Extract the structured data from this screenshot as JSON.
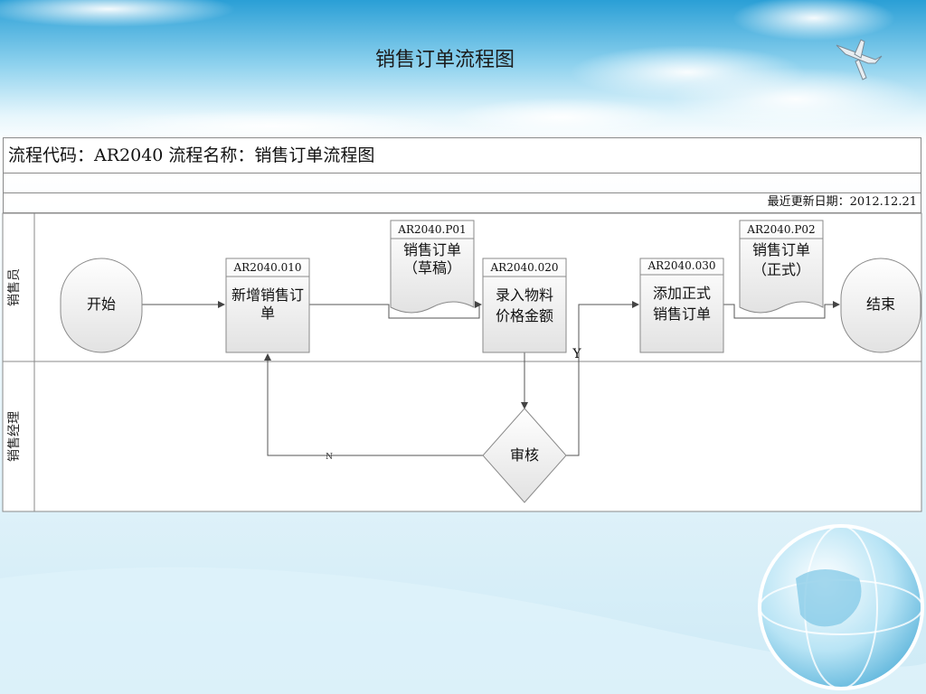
{
  "slide": {
    "title": "销售订单流程图"
  },
  "header": {
    "flow_info": "流程代码：AR2040 流程名称：销售订单流程图",
    "updated": "最近更新日期：2012.12.21"
  },
  "lanes": [
    {
      "label": "销售员"
    },
    {
      "label": "销售经理"
    }
  ],
  "nodes": {
    "start": {
      "label": "开始"
    },
    "end": {
      "label": "结束"
    },
    "step_010": {
      "code": "AR2040.010",
      "line1": "新增销售订",
      "line2": "单"
    },
    "step_020": {
      "code": "AR2040.020",
      "line1": "录入物料",
      "line2": "价格金额"
    },
    "step_030": {
      "code": "AR2040.030",
      "line1": "添加正式",
      "line2": "销售订单"
    },
    "doc_p01": {
      "code": "AR2040.P01",
      "line1": "销售订单",
      "line2": "（草稿）"
    },
    "doc_p02": {
      "code": "AR2040.P02",
      "line1": "销售订单",
      "line2": "（正式）"
    },
    "review": {
      "label": "审核"
    }
  },
  "edges": {
    "yes_label": "Y",
    "no_label": "N"
  },
  "colors": {
    "sky_top": "#3aa8d8",
    "sky_mid": "#9fd8ef",
    "node_fill_top": "#ffffff",
    "node_fill_bottom": "#e4e4e4",
    "border": "#8a8a8a",
    "line": "#555555"
  }
}
